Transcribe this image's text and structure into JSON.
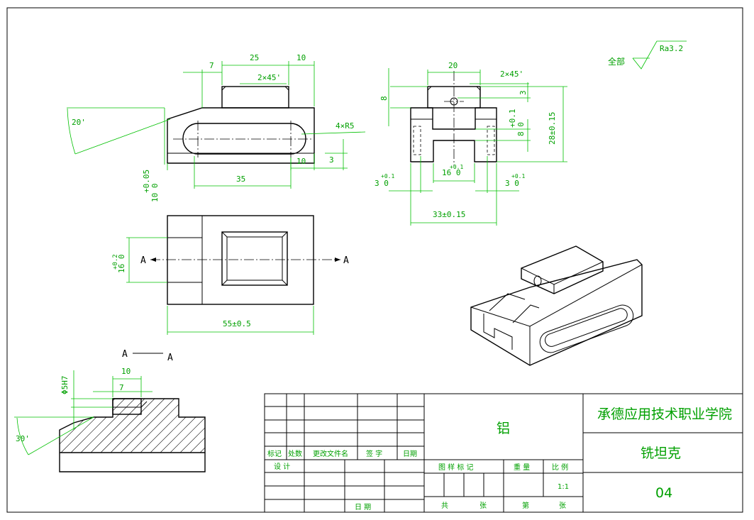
{
  "front_view": {
    "dim_25": "25",
    "dim_10_top": "10",
    "dim_7": "7",
    "chamfer": "2×45'",
    "angle": "20'",
    "radius": "4×R5",
    "dim_10_bottom": "10",
    "dim_3": "3",
    "dim_35": "35",
    "tol_upper": "+0.05",
    "tol_base": "10 0"
  },
  "side_view": {
    "dim_20": "20",
    "chamfer": "2×45'",
    "dim_8": "8",
    "dim_3": "3",
    "slot_tol": "+0.1",
    "slot_base": "8 0",
    "height": "28±0.15",
    "left_tol": "+0.1",
    "left_base": "3 0",
    "center_tol": "+0.1",
    "center_base": "16 0",
    "right_tol": "+0.1",
    "right_base": "3 0",
    "width": "33±0.15"
  },
  "top_view": {
    "section_left": "A",
    "section_right": "A",
    "height_tol": "+0.2",
    "height_base": "16 0",
    "width": "55±0.5"
  },
  "section_view": {
    "title_left": "A",
    "title_right": "A",
    "dim_10": "10",
    "dim_7": "7",
    "hole": "Φ5H7",
    "angle": "30'"
  },
  "surface_finish": {
    "label": "全部",
    "value": "Ra3.2"
  },
  "title_block": {
    "material": "铝",
    "school": "承德应用技术职业学院",
    "part_name": "铣坦克",
    "drawing_no": "04",
    "headers": {
      "mark": "标记",
      "count": "处数",
      "doc": "更改文件名",
      "sign": "签 字",
      "date": "日期",
      "design": "设 计",
      "date2": "日 期",
      "stage": "图 样 标 记",
      "weight": "重 量",
      "scale": "比 例",
      "total": "共",
      "sheet": "张",
      "page": "第",
      "sheet2": "张"
    },
    "scale_value": "1:1"
  }
}
